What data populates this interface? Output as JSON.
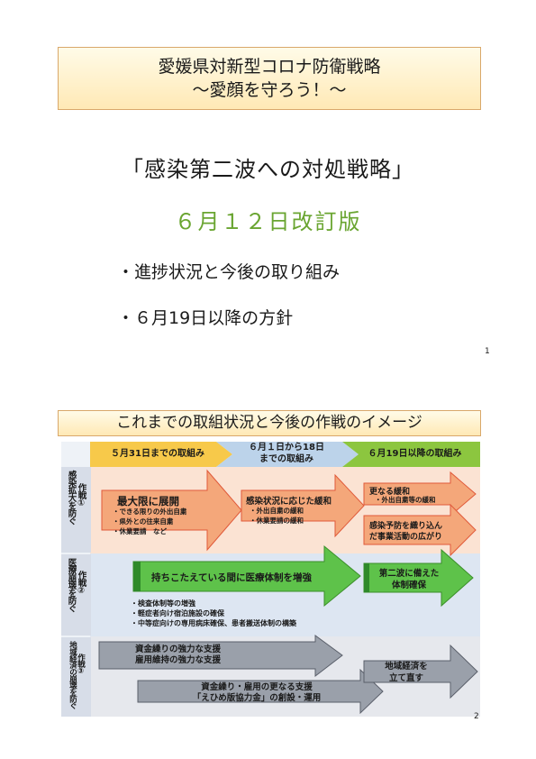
{
  "page1": {
    "title_line1": "愛媛県対新型コロナ防衛戦略",
    "title_line2": "～愛顔を守ろう！～",
    "strategy": "「感染第二波への対処戦略」",
    "revision": "６月１２日改訂版",
    "bullets": [
      "・進捗状況と今後の取り組み",
      "・６月19日以降の方針"
    ],
    "page_number": "1"
  },
  "page2": {
    "title": "これまでの取組状況と今後の作戦のイメージ",
    "page_number": "2",
    "phases": [
      "５月31日までの取組み",
      "６月１日から18日",
      "までの取組み",
      "６月19日以降の取組み"
    ],
    "rows": {
      "row1_label_a": "感染拡大を防ぐ",
      "row1_label_b": "作戦①",
      "row2_label_a": "医療崩壊を防ぐ",
      "row2_label_b": "作戦②",
      "row3_label_a": "地域経済の崩壊を防ぐ",
      "row3_label_b": "作戦③"
    },
    "a1_title": "最大限に展開",
    "a1_items": [
      "・できる限りの外出自粛",
      "・県外との往来自粛",
      "・休業要請　など"
    ],
    "a2_title": "感染状況に応じた緩和",
    "a2_items": [
      "・外出自粛の緩和",
      "・休業要請の緩和"
    ],
    "a3_title": "更なる緩和",
    "a3_items": [
      "・外出自粛等の緩和"
    ],
    "a4_line1": "感染予防を織り込ん",
    "a4_line2": "だ事業活動の広がり",
    "g1_title": "持ちこたえている間に医療体制を増強",
    "g1_items": [
      "・検査体制等の増強",
      "・軽症者向け宿泊施設の確保",
      "・中等症向けの専用病床確保、患者搬送体制の構築"
    ],
    "g2_line1": "第二波に備えた",
    "g2_line2": "体制確保",
    "e1_line1": "資金繰りの強力な支援",
    "e1_line2": "雇用維持の強力な支援",
    "e2_line1": "資金繰り・雇用の更なる支援",
    "e2_line2": "「えひめ版協力金」の創設・運用",
    "e3_line1": "地域経済を",
    "e3_line2": "立て直す",
    "colors": {
      "orange_arrow": "#f4a77a",
      "green_arrow": "#5ec24a",
      "gray_arrow": "#9aa0aa",
      "phase1": "#f7c94a",
      "phase2": "#bcd3ea",
      "phase3": "#8cc63f"
    }
  }
}
